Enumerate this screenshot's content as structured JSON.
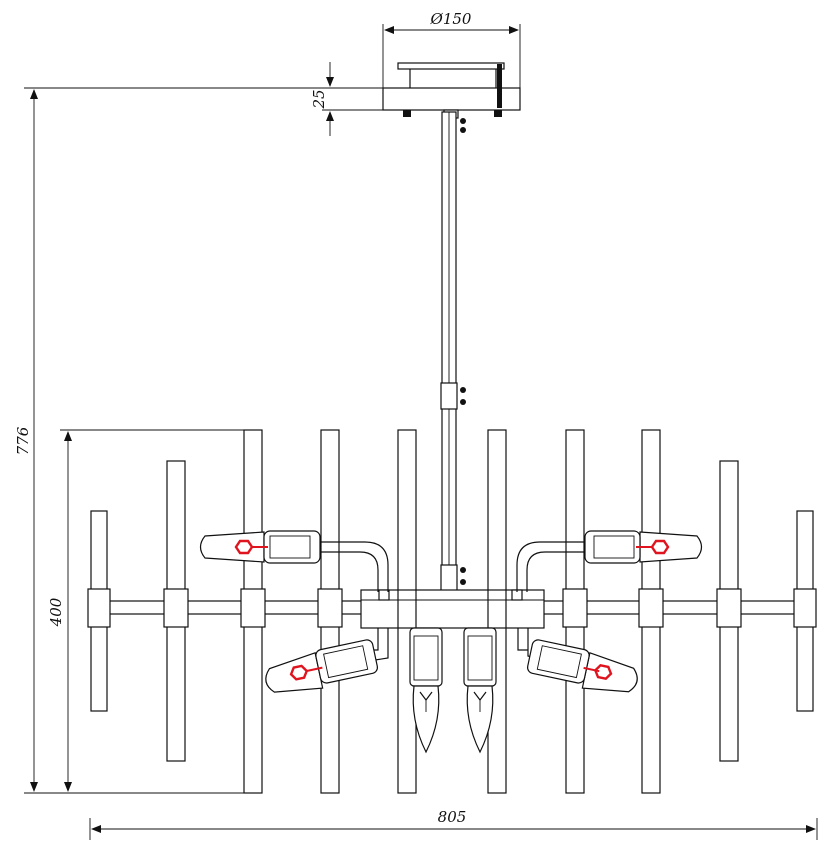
{
  "dimensions": {
    "canopy_diameter": "Ø150",
    "canopy_height": "25",
    "total_height": "776",
    "body_height": "400",
    "total_width": "805"
  },
  "colors": {
    "line": "#111111",
    "bulb_filament": "#e0141e",
    "crystal_dots": "#222222",
    "background": "#ffffff"
  }
}
